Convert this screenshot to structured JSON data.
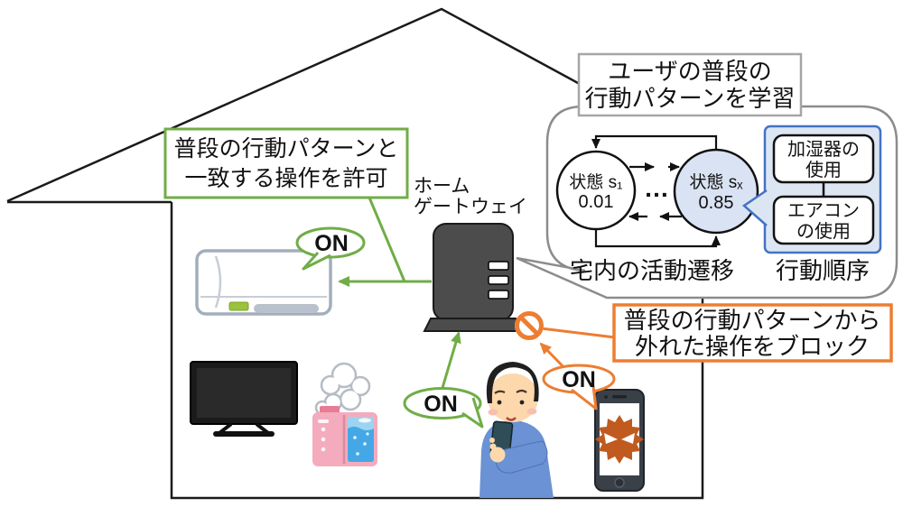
{
  "colors": {
    "green": "#70ad47",
    "orange": "#ed7d31",
    "blue_border": "#4472c4",
    "panel_fill": "#dce6f3",
    "state_fill": "#dae3f3",
    "bubble_border": "#8c8c8c",
    "gateway_body": "#4c4c4c",
    "virus": "#c05a1e"
  },
  "callout_learn": {
    "line1": "ユーザの普段の",
    "line2": "行動パターンを学習"
  },
  "allow_box": {
    "line1": "普段の行動パターンと",
    "line2": "一致する操作を許可"
  },
  "block_box": {
    "line1": "普段の行動パターンから",
    "line2": "外れた操作をブロック"
  },
  "gateway_label": {
    "line1": "ホーム",
    "line2": "ゲートウェイ"
  },
  "state_machine": {
    "s1": {
      "label": "状態 s₁",
      "prob": "0.01"
    },
    "sx": {
      "label": "状態 sₓ",
      "prob": "0.85"
    },
    "dots": "…",
    "caption": "宅内の活動遷移"
  },
  "action_order": {
    "caption": "行動順序",
    "step1": {
      "line1": "加湿器の",
      "line2": "使用"
    },
    "step2": {
      "line1": "エアコン",
      "line2": "の使用"
    }
  },
  "bubbles": {
    "ac_on": "ON",
    "user_on": "ON",
    "attacker_on": "ON"
  }
}
